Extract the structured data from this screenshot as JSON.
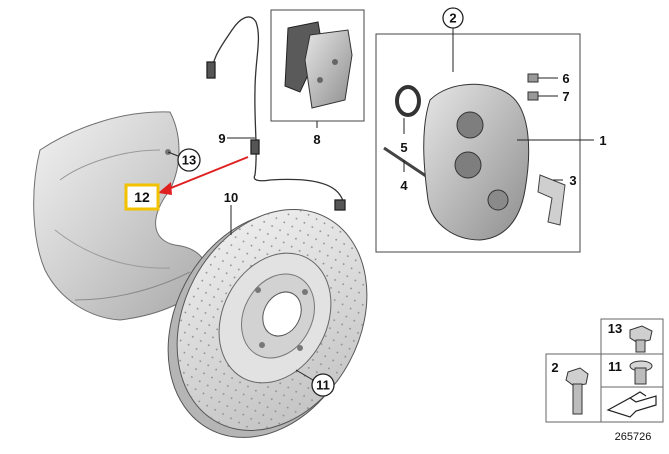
{
  "diagram_number": "265726",
  "callouts": {
    "c1": "1",
    "c2": "2",
    "c3": "3",
    "c4": "4",
    "c5": "5",
    "c6": "6",
    "c7": "7",
    "c8": "8",
    "c9": "9",
    "c10": "10",
    "c11": "11",
    "c12": "12",
    "c13": "13"
  },
  "hardware_panel": {
    "bolt_label": "2",
    "screw13_label": "13",
    "screw11_label": "11"
  },
  "colors": {
    "highlight_box": "#f2c200",
    "arrow": "#e02020",
    "part_gray": "#c8c8c8",
    "line": "#222222"
  }
}
